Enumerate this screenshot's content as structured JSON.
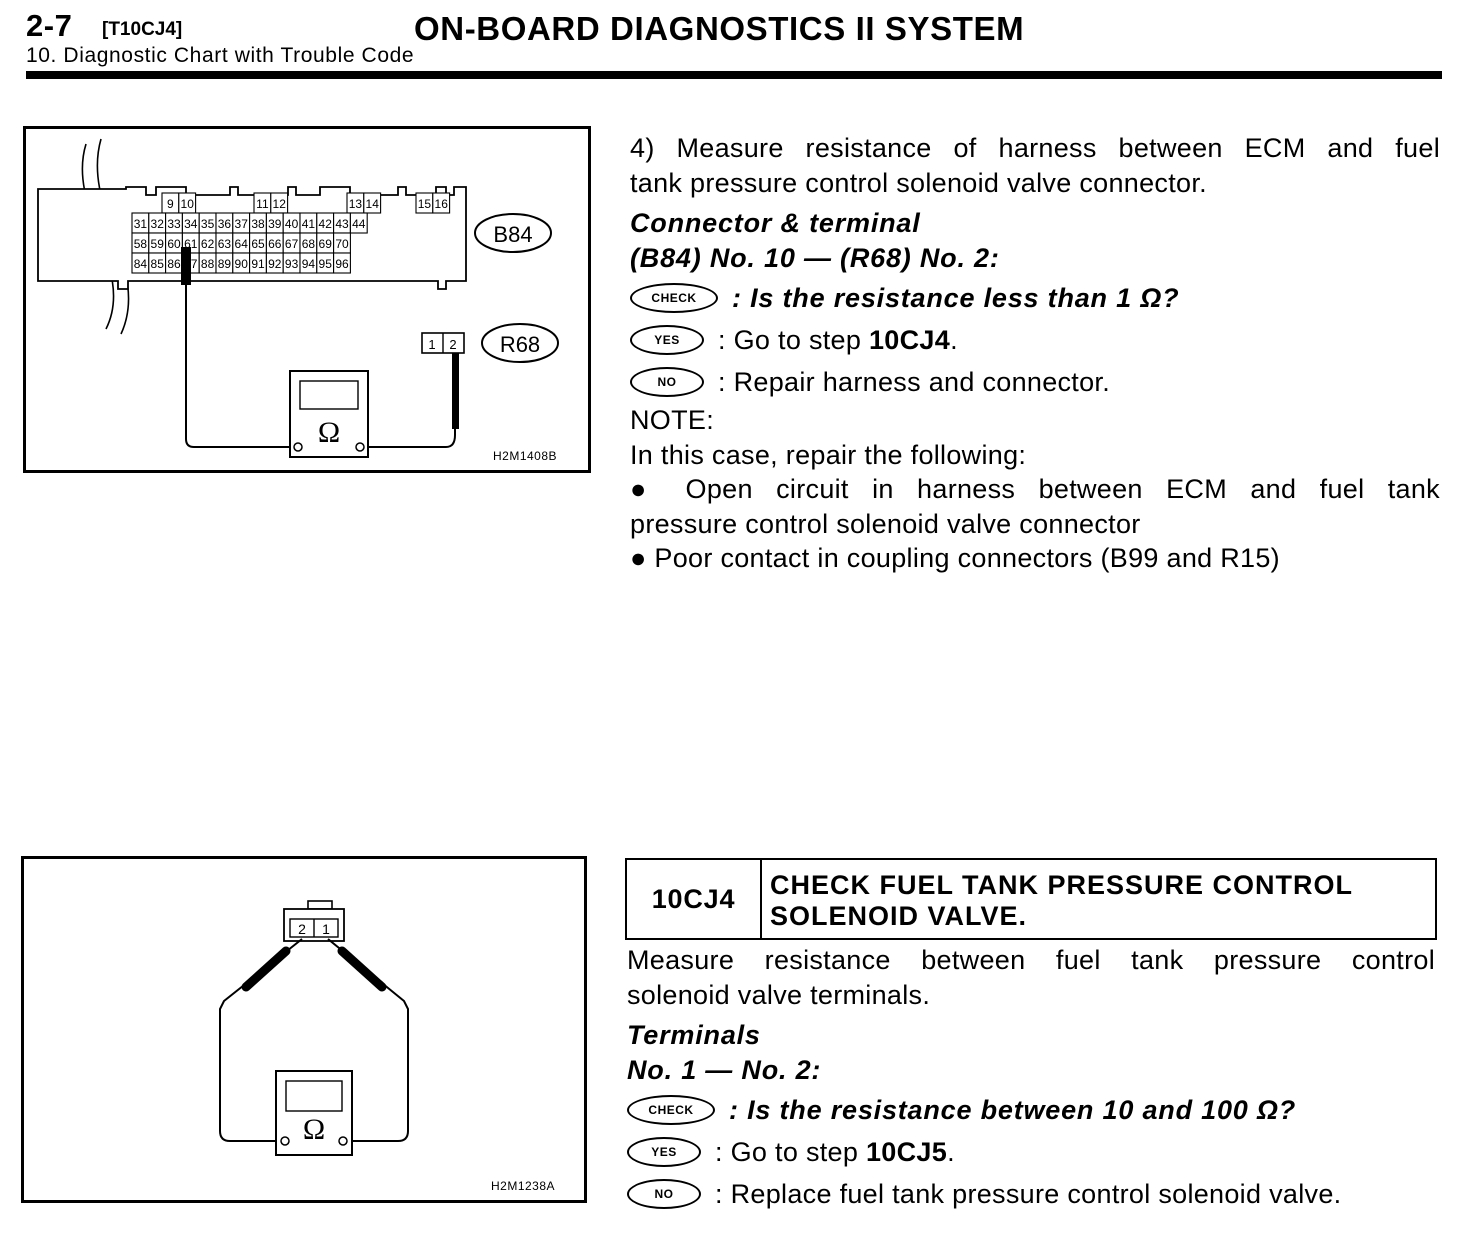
{
  "header": {
    "page_number": "2-7",
    "section_code": "[T10CJ4]",
    "title": "ON-BOARD DIAGNOSTICS II SYSTEM",
    "subtitle": "10. Diagnostic Chart with Trouble Code"
  },
  "figure1": {
    "code": "H2M1408B",
    "connector_a_label": "B84",
    "connector_b_label": "R68",
    "terminal_rows": [
      [
        "9",
        "10",
        "11",
        "12",
        "13",
        "14",
        "15",
        "16"
      ],
      [
        "31",
        "32",
        "33",
        "34",
        "35",
        "36",
        "37",
        "38",
        "39",
        "40",
        "41",
        "42",
        "43",
        "44"
      ],
      [
        "58",
        "59",
        "60",
        "61",
        "62",
        "63",
        "64",
        "65",
        "66",
        "67",
        "68",
        "69",
        "70"
      ],
      [
        "84",
        "85",
        "86",
        "87",
        "88",
        "89",
        "90",
        "91",
        "92",
        "93",
        "94",
        "95",
        "96"
      ]
    ],
    "r68_terminals": [
      "1",
      "2"
    ],
    "meter_symbol": "Ω"
  },
  "step_4": {
    "text_lines": [
      "4)  Measure resistance of harness between ECM and fuel",
      "tank pressure control solenoid valve connector."
    ],
    "terminal_heading": "Connector & terminal",
    "terminal_spec": "(B84) No. 10 — (R68) No. 2:",
    "check_badge": "CHECK",
    "check_question": ": Is the resistance less than 1 Ω?",
    "yes_badge": "YES",
    "yes_text": ": Go to step ",
    "yes_step": "10CJ4",
    "yes_end": ".",
    "no_badge": "NO",
    "no_text": ": Repair harness and connector.",
    "note_label": "NOTE:",
    "note_intro": "In this case, repair the following:",
    "note_items": [
      [
        "● Open circuit in harness between ECM and fuel tank",
        "pressure control solenoid valve connector"
      ],
      [
        "● Poor contact in coupling connectors (B99 and R15)"
      ]
    ]
  },
  "figure2": {
    "code": "H2M1238A",
    "terminals": [
      "2",
      "1"
    ],
    "meter_symbol": "Ω"
  },
  "step_10CJ4": {
    "id": "10CJ4",
    "title_lines": [
      "CHECK FUEL TANK PRESSURE CONTROL",
      "SOLENOID VALVE."
    ],
    "text_lines": [
      "Measure resistance between fuel tank pressure control",
      "solenoid valve terminals."
    ],
    "terminal_heading": "Terminals",
    "terminal_spec": "No. 1 — No. 2:",
    "check_badge": "CHECK",
    "check_question": ": Is the resistance between 10 and 100 Ω?",
    "yes_badge": "YES",
    "yes_text": ": Go to step ",
    "yes_step": "10CJ5",
    "yes_end": ".",
    "no_badge": "NO",
    "no_text": ": Replace fuel tank pressure control solenoid valve."
  }
}
